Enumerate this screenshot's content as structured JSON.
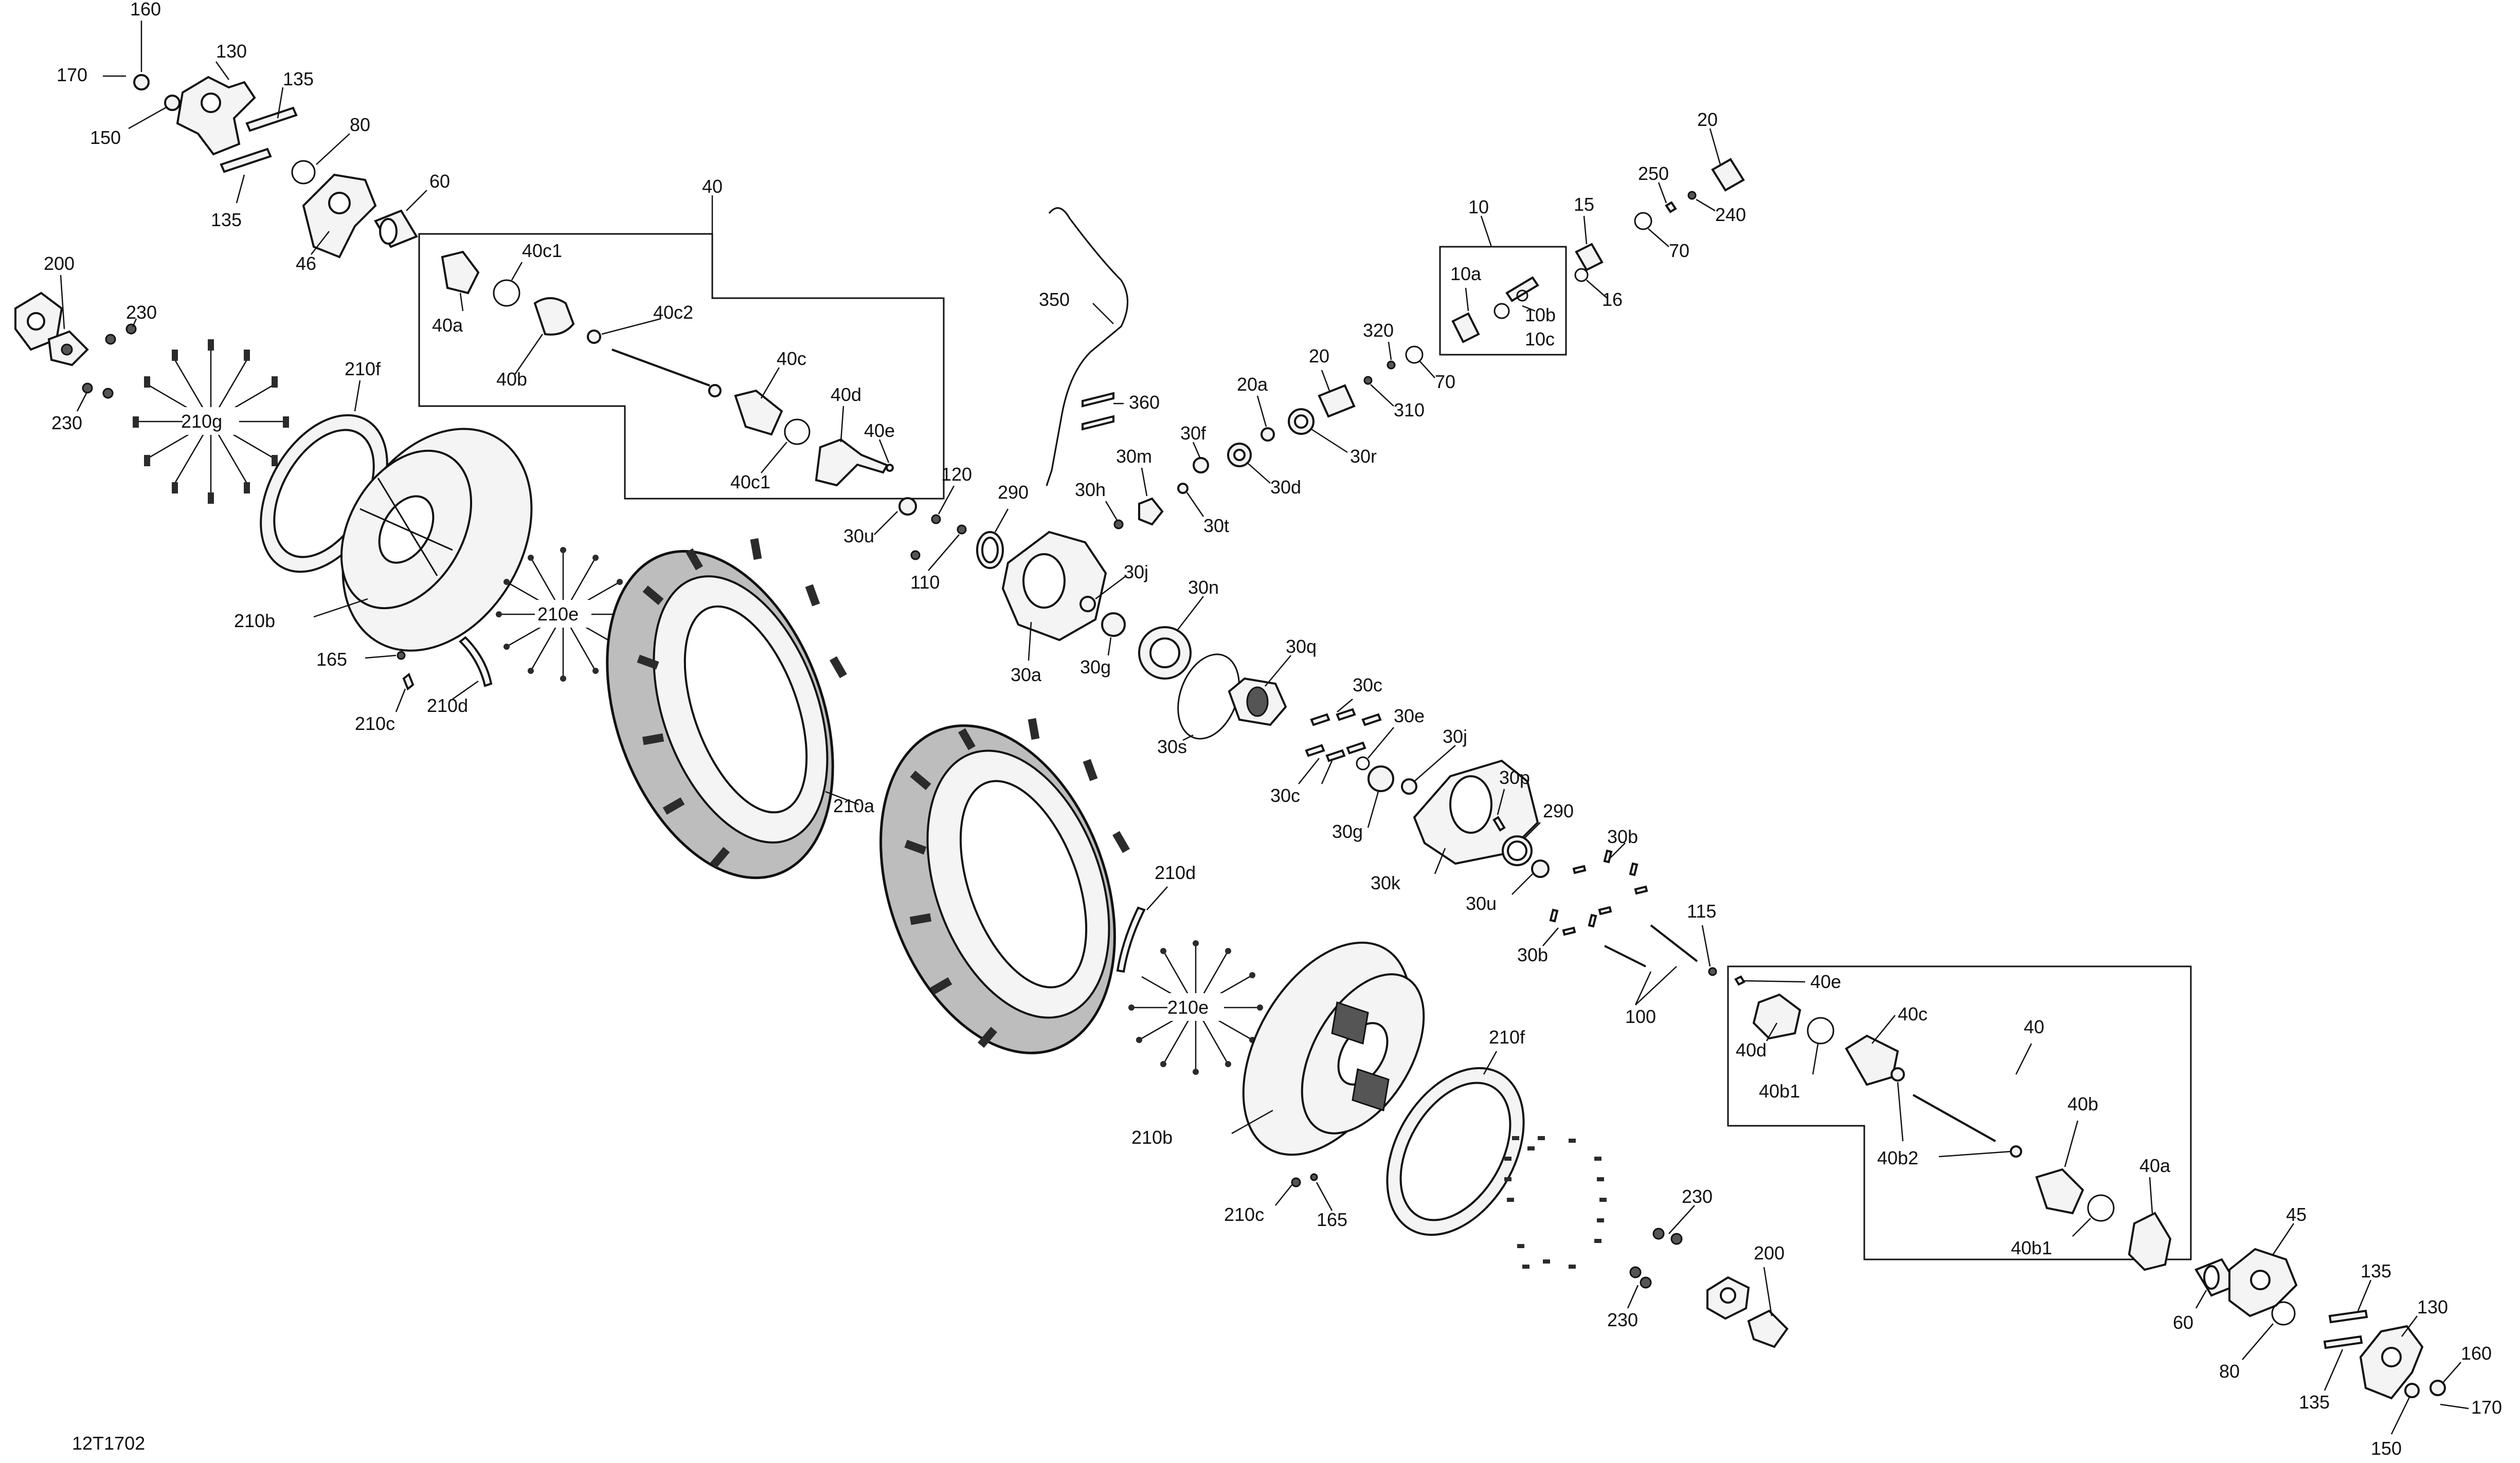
{
  "drawing_code": "12T1702",
  "labels": {
    "p160_l": "160",
    "p170_l": "170",
    "p150_l": "150",
    "p130_l": "130",
    "p135_l1": "135",
    "p135_l2": "135",
    "p80_l": "80",
    "p46": "46",
    "p60_l": "60",
    "p200_l": "200",
    "p230_l1": "230",
    "p230_l2": "230",
    "p210g": "210g",
    "p210f_l": "210f",
    "p210b_l": "210b",
    "p210e_l": "210e",
    "p165_l": "165",
    "p210c_l": "210c",
    "p210d_l": "210d",
    "p40_l": "40",
    "p40c1_a": "40c1",
    "p40a_l": "40a",
    "p40c2": "40c2",
    "p40b_l": "40b",
    "p40c_l": "40c",
    "p40d_l": "40d",
    "p40e_l": "40e",
    "p40c1_b": "40c1",
    "p350": "350",
    "p360": "360",
    "p120": "120",
    "p290_a": "290",
    "p30u_a": "30u",
    "p110": "110",
    "p30a": "30a",
    "p30j_a": "30j",
    "p30g_a": "30g",
    "p30n": "30n",
    "p30s": "30s",
    "p30q": "30q",
    "p30h": "30h",
    "p30m": "30m",
    "p30f": "30f",
    "p30t": "30t",
    "p30d": "30d",
    "p20a": "20a",
    "p20_b": "20",
    "p30r": "30r",
    "p320": "320",
    "p310": "310",
    "p70_b": "70",
    "p10": "10",
    "p10a": "10a",
    "p10b": "10b",
    "p10c": "10c",
    "p15": "15",
    "p16": "16",
    "p250": "250",
    "p20_a": "20",
    "p240": "240",
    "p70_a": "70",
    "p30c_a": "30c",
    "p30c_b": "30c",
    "p30e": "30e",
    "p30j_b": "30j",
    "p30p": "30p",
    "p30g_b": "30g",
    "p30k": "30k",
    "p290_b": "290",
    "p30u_b": "30u",
    "p30b_a": "30b",
    "p30b_b": "30b",
    "p100": "100",
    "p115": "115",
    "p210a": "210a",
    "p210d_r": "210d",
    "p210e_r": "210e",
    "p210b_r": "210b",
    "p210f_r": "210f",
    "p210c_r": "210c",
    "p165_r": "165",
    "p230_r1": "230",
    "p230_r2": "230",
    "p200_r": "200",
    "p40_r": "40",
    "p40e_r": "40e",
    "p40c_r": "40c",
    "p40d_r": "40d",
    "p40b1_a": "40b1",
    "p40b2": "40b2",
    "p40b_r": "40b",
    "p40a_r": "40a",
    "p40b1_b": "40b1",
    "p45": "45",
    "p60_r": "60",
    "p135_r1": "135",
    "p135_r2": "135",
    "p130_r": "130",
    "p160_r": "160",
    "p80_r": "80",
    "p150_r": "150",
    "p170_r": "170"
  }
}
